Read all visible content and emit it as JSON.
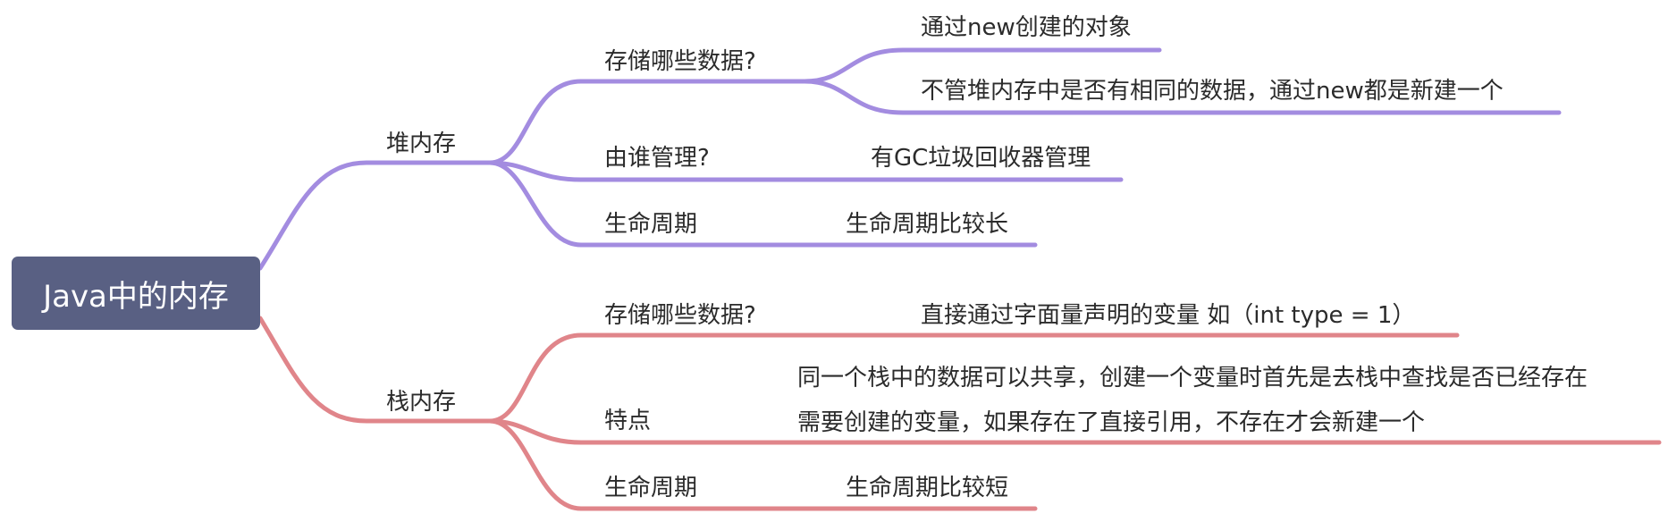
{
  "root": {
    "label": "Java中的内存",
    "color": "#596083"
  },
  "colors": {
    "heap_branch": "#a38ce0",
    "stack_branch": "#e0858a"
  },
  "heap": {
    "label": "堆内存",
    "children": [
      {
        "label": "存储哪些数据?",
        "leaves": [
          "通过new创建的对象",
          "不管堆内存中是否有相同的数据，通过new都是新建一个"
        ]
      },
      {
        "label": "由谁管理?",
        "leaves": [
          "有GC垃圾回收器管理"
        ]
      },
      {
        "label": "生命周期",
        "leaves": [
          "生命周期比较长"
        ]
      }
    ]
  },
  "stack": {
    "label": "栈内存",
    "children": [
      {
        "label": "存储哪些数据?",
        "leaves": [
          "直接通过字面量声明的变量 如（int type = 1）"
        ]
      },
      {
        "label": "特点",
        "leaves": [
          "同一个栈中的数据可以共享，创建一个变量时首先是去栈中查找是否已经存在",
          "需要创建的变量，如果存在了直接引用，不存在才会新建一个"
        ]
      },
      {
        "label": "生命周期",
        "leaves": [
          "生命周期比较短"
        ]
      }
    ]
  }
}
